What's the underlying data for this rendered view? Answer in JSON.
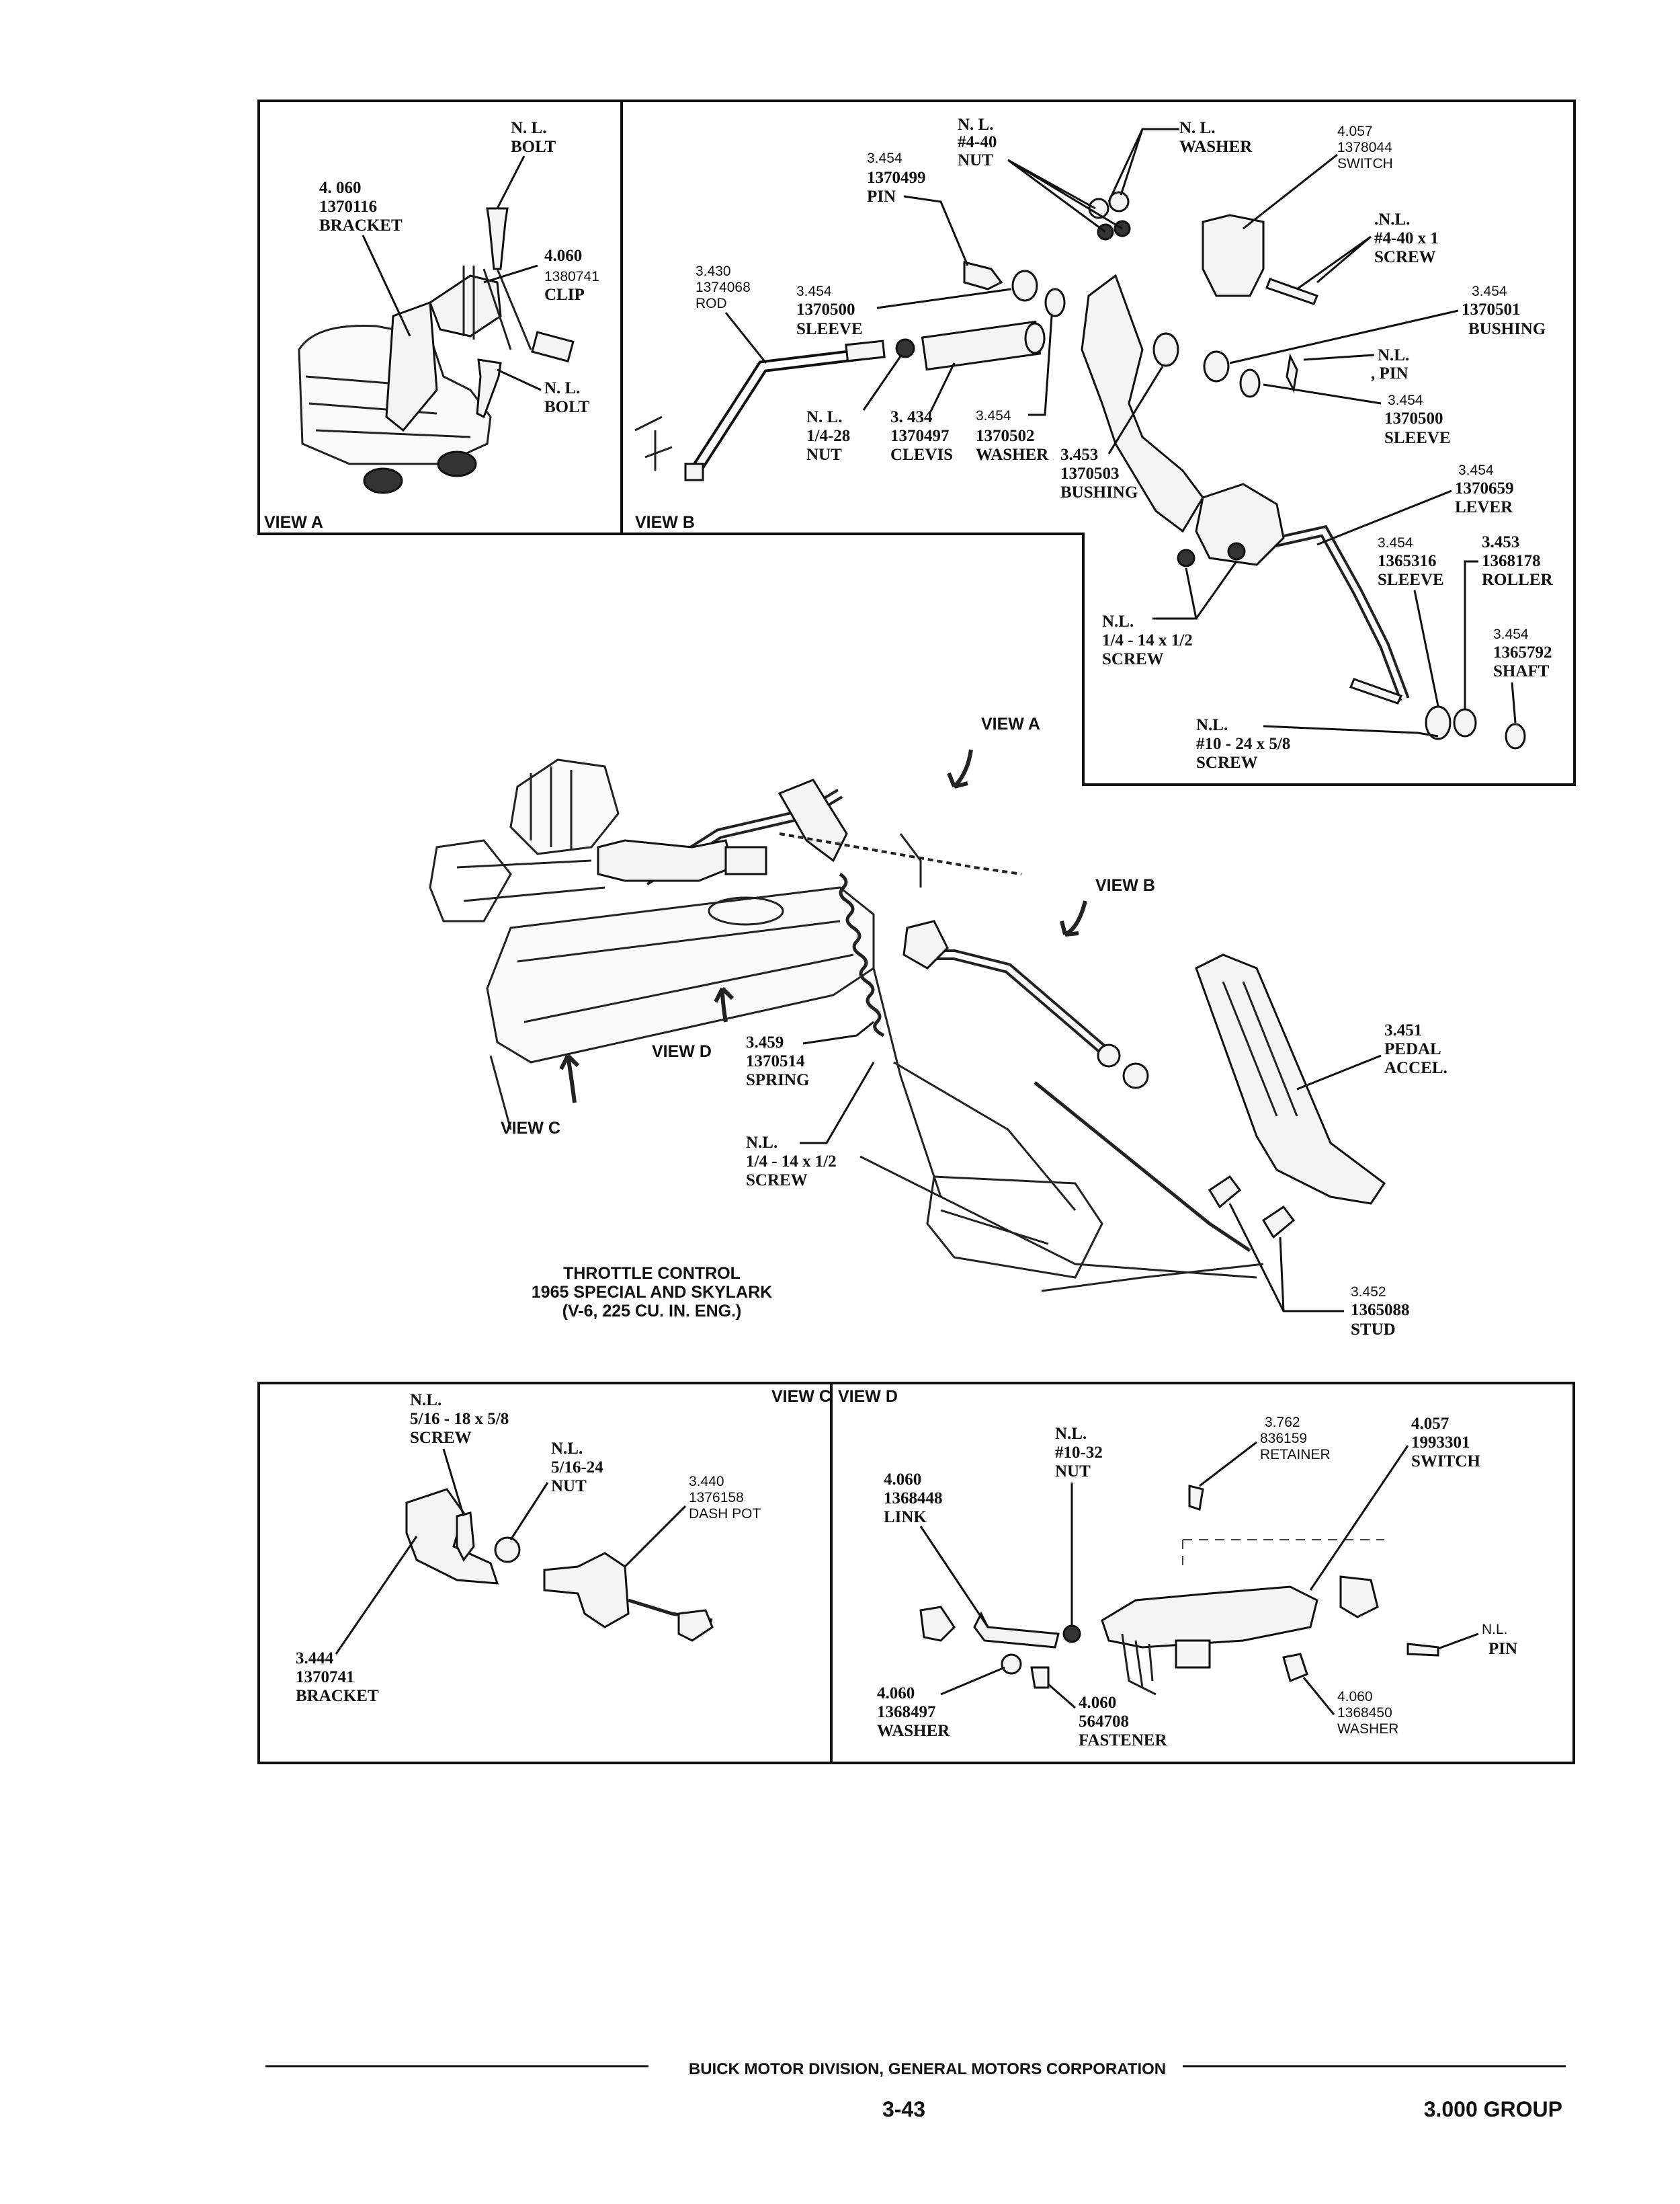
{
  "view_a": {
    "title": "VIEW A",
    "bolt_top": [
      "N. L.",
      "BOLT"
    ],
    "bracket": [
      "4. 060",
      "1370116",
      "BRACKET"
    ],
    "clip": [
      "4.060",
      "1380741",
      "CLIP"
    ],
    "bolt_bottom": [
      "N. L.",
      "BOLT"
    ]
  },
  "view_b": {
    "title": "VIEW B",
    "nut_4_40": [
      "N. L.",
      "#4-40",
      "NUT"
    ],
    "washer_top": [
      "N. L.",
      "WASHER"
    ],
    "switch": [
      "4.057",
      "1378044",
      "SWITCH"
    ],
    "pin_1370499": [
      "3.454",
      "1370499",
      "PIN"
    ],
    "screw_4_40": [
      ".N.L.",
      "#4-40 x 1",
      "SCREW"
    ],
    "rod": [
      "3.430",
      "1374068",
      "ROD"
    ],
    "sleeve_1370500_top": [
      "3.454",
      "1370500",
      "SLEEVE"
    ],
    "bushing_1370501": [
      "3.454",
      "1370501",
      "BUSHING"
    ],
    "pin_nl": [
      "N.L.",
      ", PIN"
    ],
    "sleeve_1370500_right": [
      "3.454",
      "1370500",
      "SLEEVE"
    ],
    "nut_1_4_28": [
      "N. L.",
      "1/4-28",
      "NUT"
    ],
    "clevis": [
      "3. 434",
      "1370497",
      "CLEVIS"
    ],
    "washer_1370502": [
      "3.454",
      "1370502",
      "WASHER"
    ],
    "bushing_1370503": [
      "3.453",
      "1370503",
      "BUSHING"
    ],
    "lever": [
      "3.454",
      "1370659",
      "LEVER"
    ],
    "sleeve_1365316": [
      "3.454",
      "1365316",
      "SLEEVE"
    ],
    "roller": [
      "3.453",
      "1368178",
      "ROLLER"
    ],
    "screw_1_4_14": [
      "N.L.",
      "1/4 - 14 x 1/2",
      "SCREW"
    ],
    "shaft": [
      "3.454",
      "1365792",
      "SHAFT"
    ],
    "screw_10_24": [
      "N.L.",
      "#10 - 24 x 5/8",
      "SCREW"
    ]
  },
  "main": {
    "view_a_arrow": "VIEW A",
    "view_b_arrow": "VIEW B",
    "view_c_arrow": "VIEW C",
    "view_d_arrow": "VIEW D",
    "spring": [
      "3.459",
      "1370514",
      "SPRING"
    ],
    "screw": [
      "N.L.",
      "1/4 - 14 x 1/2",
      "SCREW"
    ],
    "pedal": [
      "3.451",
      "PEDAL",
      "ACCEL."
    ],
    "stud": [
      "3.452",
      "1365088",
      "STUD"
    ],
    "caption": [
      "THROTTLE CONTROL",
      "1965 SPECIAL AND SKYLARK",
      "(V-6, 225 CU. IN. ENG.)"
    ]
  },
  "view_c": {
    "title": "VIEW C",
    "screw": [
      "N.L.",
      "5/16 - 18 x 5/8",
      "SCREW"
    ],
    "nut": [
      "N.L.",
      "5/16-24",
      "NUT"
    ],
    "dash_pot": [
      "3.440",
      "1376158",
      "DASH POT"
    ],
    "bracket": [
      "3.444",
      "1370741",
      "BRACKET"
    ]
  },
  "view_d": {
    "title": "VIEW D",
    "retainer": [
      "3.762",
      "836159",
      "RETAINER"
    ],
    "switch": [
      "4.057",
      "1993301",
      "SWITCH"
    ],
    "nut": [
      "N.L.",
      "#10-32",
      "NUT"
    ],
    "link": [
      "4.060",
      "1368448",
      "LINK"
    ],
    "pin": [
      "N.L.",
      "PIN"
    ],
    "washer_1368497": [
      "4.060",
      "1368497",
      "WASHER"
    ],
    "fastener": [
      "4.060",
      "564708",
      "FASTENER"
    ],
    "washer_1368450": [
      "4.060",
      "1368450",
      "WASHER"
    ]
  },
  "footer": {
    "division": "BUICK MOTOR DIVISION, GENERAL MOTORS CORPORATION",
    "page": "3-43",
    "group": "3.000 GROUP"
  }
}
